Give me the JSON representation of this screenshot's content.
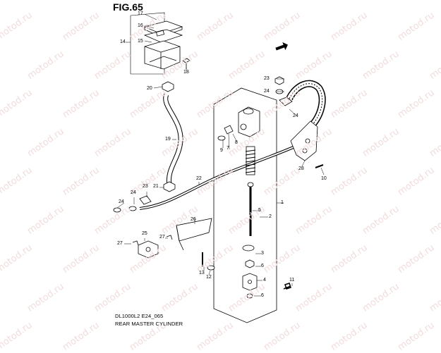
{
  "figure": {
    "title": "FIG.65",
    "code": "DL1000L2 E24_065",
    "name": "REAR MASTER CYLINDER",
    "watermark": "motod.ru",
    "direction_marker": "FWD"
  },
  "callouts": [
    {
      "id": "c17",
      "label": "17"
    },
    {
      "id": "c16",
      "label": "16"
    },
    {
      "id": "c14",
      "label": "14"
    },
    {
      "id": "c15",
      "label": "15"
    },
    {
      "id": "c18",
      "label": "18"
    },
    {
      "id": "c20",
      "label": "20"
    },
    {
      "id": "c19",
      "label": "19"
    },
    {
      "id": "c23a",
      "label": "23"
    },
    {
      "id": "c24a",
      "label": "24"
    },
    {
      "id": "c24b",
      "label": "24"
    },
    {
      "id": "c28",
      "label": "28"
    },
    {
      "id": "c10",
      "label": "10"
    },
    {
      "id": "c9",
      "label": "9"
    },
    {
      "id": "c7",
      "label": "7"
    },
    {
      "id": "c8",
      "label": "8"
    },
    {
      "id": "c22",
      "label": "22"
    },
    {
      "id": "c21",
      "label": "21"
    },
    {
      "id": "c23b",
      "label": "23"
    },
    {
      "id": "c24c",
      "label": "24"
    },
    {
      "id": "c24d",
      "label": "24"
    },
    {
      "id": "c1",
      "label": "1"
    },
    {
      "id": "c2",
      "label": "2"
    },
    {
      "id": "c5",
      "label": "5"
    },
    {
      "id": "c26",
      "label": "26"
    },
    {
      "id": "c25",
      "label": "25"
    },
    {
      "id": "c27a",
      "label": "27"
    },
    {
      "id": "c27b",
      "label": "27"
    },
    {
      "id": "c3",
      "label": "3"
    },
    {
      "id": "c6a",
      "label": "6"
    },
    {
      "id": "c4",
      "label": "4"
    },
    {
      "id": "c6b",
      "label": "6"
    },
    {
      "id": "c11",
      "label": "11"
    },
    {
      "id": "c13",
      "label": "13"
    },
    {
      "id": "c12",
      "label": "12"
    }
  ]
}
